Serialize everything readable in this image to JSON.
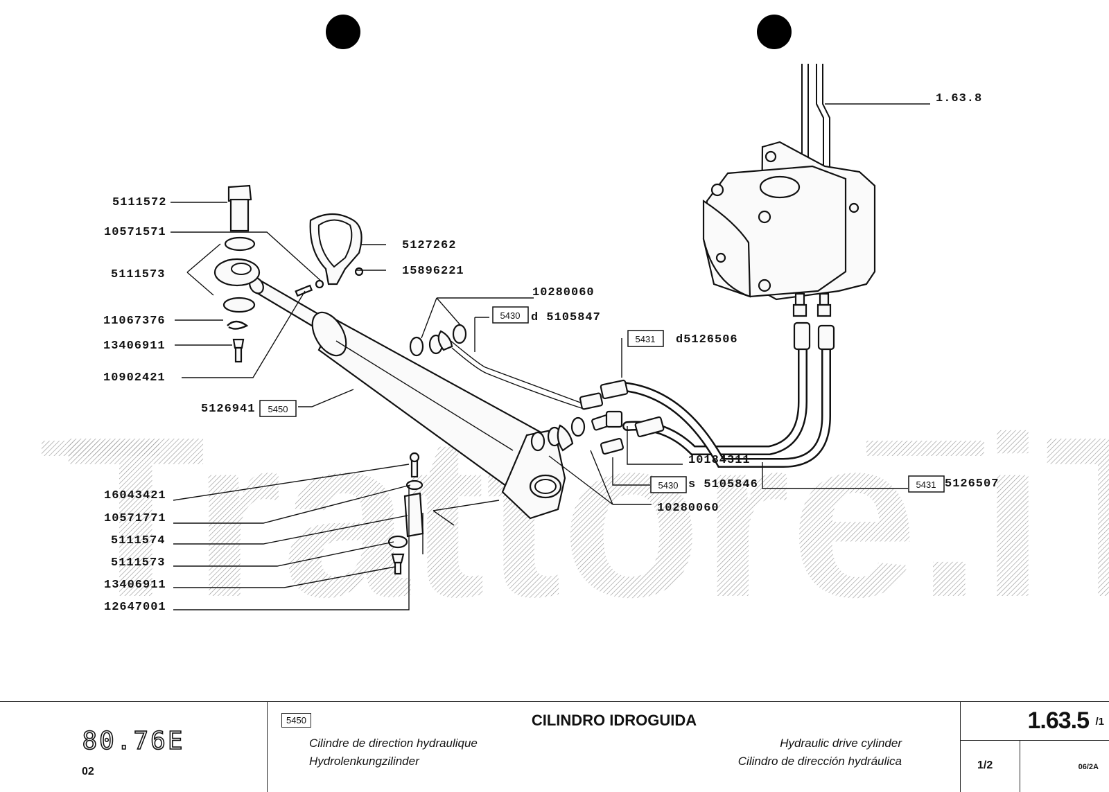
{
  "watermark": "Trattore.iT",
  "diagram_ref": "1.63.8",
  "part_labels": {
    "p5111572": "5111572",
    "p10571571": "10571571",
    "p5111573_top": "5111573",
    "p11067376": "11067376",
    "p13406911_top": "13406911",
    "p10902421": "10902421",
    "p5126941": "5126941",
    "p5127262": "5127262",
    "p15896221": "15896221",
    "p10280060_top": "10280060",
    "p5105847": "d 5105847",
    "p5126506": "d5126506",
    "p10184311": "10184311",
    "p5105846": "s 5105846",
    "p5126507": "5126507",
    "p10280060_bot": "10280060",
    "p16043421": "16043421",
    "p10571771": "10571771",
    "p5111574": "5111574",
    "p5111573_bot": "5111573",
    "p13406911_bot": "13406911",
    "p12647001": "12647001"
  },
  "group_codes": {
    "c5450": "5450",
    "c5430a": "5430",
    "c5431a": "5431",
    "c5430b": "5430",
    "c5431b": "5431"
  },
  "title_block": {
    "model": "80.76E",
    "model_sub": "02",
    "group_code": "5450",
    "title_it": "CILINDRO IDROGUIDA",
    "title_fr": "Cilindre de direction hydraulique",
    "title_de": "Hydrolenkungzilinder",
    "title_en": "Hydraulic drive cylinder",
    "title_es": "Cilindro de dirección hydráulica",
    "ref_number": "1.63.5",
    "ref_suffix": "/1",
    "page": "1/2",
    "date_code": "06/2A"
  }
}
